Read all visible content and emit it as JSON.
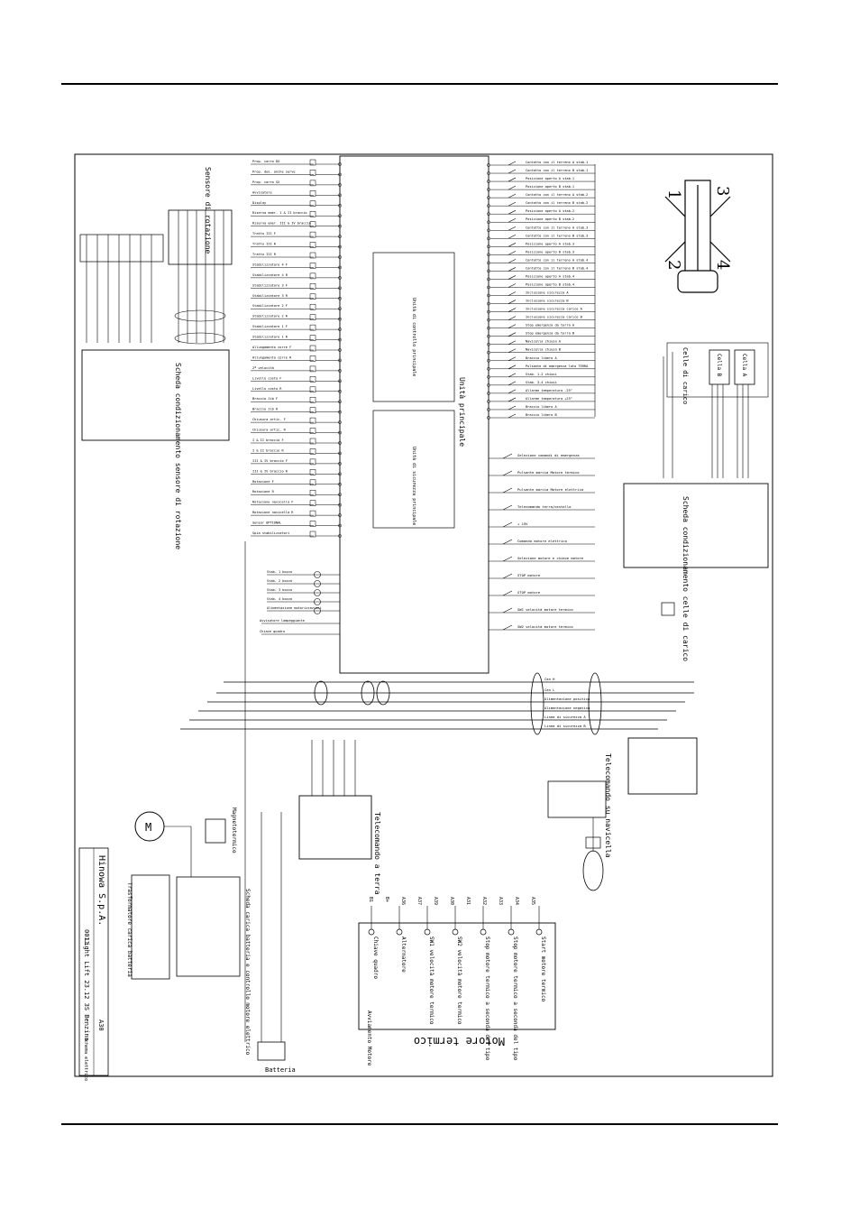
{
  "document": {
    "border_color": "#000000"
  },
  "diagram": {
    "main_unit": "Unità principale",
    "unit_inner_a": "Unità di controllo principale",
    "unit_inner_b": "Unità di sicurezza principale",
    "rotation_sensor": "Sensore di rotazione",
    "rotation_board": "Scheda condizionamento sensore di rotazione",
    "load_cells": "Celle di carico",
    "load_board": "Scheda condizionamento celle di carico",
    "cell_a": "Cella A",
    "cell_b": "Cella B",
    "ground_remote": "Telecomando a terra",
    "basket_remote": "Telecomando su navicella",
    "engine": "Motore termico",
    "battery": "Batteria",
    "transformer": "Trasformatore carica batteria",
    "charger_board": "Scheda carica batteria e controllo motore elettrico",
    "contactor": "Magnetotermico",
    "motor_label": "M",
    "outrigger_numbers": [
      "1",
      "2",
      "3",
      "4"
    ],
    "left_labels": [
      "Prop. carro DX",
      "Prop. dos. anche serve",
      "Prop. carro SX",
      "Avvisatore",
      "Display",
      "Riserva emer. 1 & II braccio",
      "Riserva emer. III & IV braccio",
      "Tratto III F",
      "Tratto III R",
      "Tratto III R",
      "Stabilizzatore 4 F",
      "Stabilizzatore 4 R",
      "Stabilizzatore 3 F",
      "Stabilizzatore 3 R",
      "Stabilizzatore 2 F",
      "Stabilizzatore 2 R",
      "Stabilizzatore 1 F",
      "Stabilizzatore 1 R",
      "Allungamento corre F",
      "Allungamento corre R",
      "2ª velocità",
      "Livello costo F",
      "Livello costo R",
      "Braccio Jib F",
      "Braccio Jib R",
      "Chiusura artic. F",
      "Chiusura artic. R",
      "I & II braccio F",
      "I & II braccio R",
      "III & IV braccio F",
      "III & IV braccio R",
      "Rotazione F",
      "Rotazione R",
      "Rotazione navicella F",
      "Rotazione navicella R",
      "Sensor OPTIONAL",
      "Spia stabilizzatori"
    ],
    "right_labels": [
      "Contatto con il terreno A stab.1",
      "Contatto con il terreno B stab.1",
      "Posizione aperto A stab.1",
      "Posizione aperto B stab.1",
      "Contatto con il terreno A stab.2",
      "Contatto con il terreno B stab.2",
      "Posizione aperto A stab.2",
      "Posizione aperto B stab.2",
      "Contatto con il terreno A stab.3",
      "Contatto con il terreno B stab.3",
      "Posizione aperto A stab.3",
      "Posizione aperto B stab.3",
      "Contatto con il terreno A stab.4",
      "Contatto con il terreno B stab.4",
      "Posizione aperto A stab.4",
      "Posizione aperto B stab.4",
      "Inclusione sicurezza A",
      "Inclusione sicurezza B",
      "Inclusione sicurezza carico A",
      "Inclusione sicurezza carico B",
      "Stop emergenza da terra A",
      "Stop emergenza da terra B",
      "Navicella chiusa A",
      "Navicella chiusa B",
      "Braccio libero A",
      "Pulsante di emergenza lato TERRA",
      "Stab. 1-2 chiusi",
      "Stab. 3-4 chiusi",
      "Allarme temperatura -25°",
      "Allarme temperatura +25°",
      "Braccio libero A",
      "Braccio libero B"
    ],
    "lamp_labels": [
      "Stab. 1 bozzo",
      "Stab. 2 bozzo",
      "Stab. 3 bozzo",
      "Stab. 4 bozzo",
      "Alimentazione motorizzazioni"
    ],
    "other_labels": [
      "Avvisatore lampeggiante",
      "Chiave quadro"
    ],
    "relay_labels": [
      "Selezione comandi di emergenza",
      "Pulsante marcia Motore termico",
      "Pulsante marcia Motore elettrico",
      "Telecomando terra/cestello",
      "+ 15V",
      "Comando motore elettrico",
      "Selezione motore e chiave motore",
      "STOP motore",
      "STOP motore",
      "SW1 velocità motore termico",
      "SW2 velocità motore termico"
    ],
    "bus_labels": [
      "Can H",
      "Can L",
      "Alimentazione positiva",
      "Alimentazione negativa",
      "Linea di sicurezza A",
      "Linea di sicurezza B"
    ],
    "engine_terminals": [
      "Chiave quadro",
      "Alternatore",
      "SW1 velocità motore termico",
      "SW2 velocità motore termico",
      "Stop motore termico a seconda del tipo",
      "Stop motore termico a seconda del tipo",
      "Start motore termico"
    ],
    "engine_extra": "Avviamento Motore",
    "engine_wire_labels": [
      "B1",
      "B+",
      "A36",
      "A37",
      "A39",
      "A30",
      "A31",
      "A32",
      "A33",
      "A34",
      "A35"
    ],
    "title_block": {
      "company": "Hinowa S.p.A.",
      "title": "Light Lift 23.12 3S Benzina",
      "drawing_no": "0011",
      "rev": "A30",
      "scale": "Schema elettrico"
    }
  }
}
